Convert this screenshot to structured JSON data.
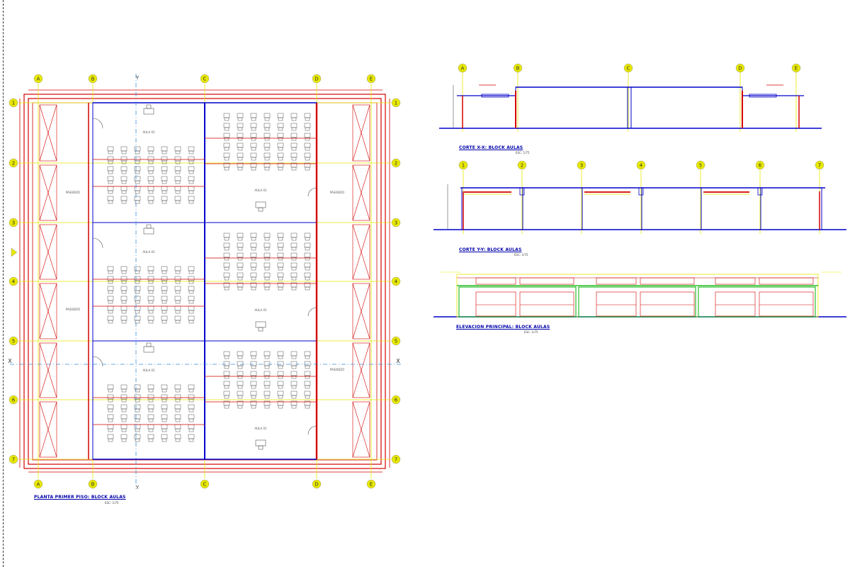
{
  "plan": {
    "title": "PLANTA PRIMER PISO: BLOCK AULAS",
    "scale": "ESC: 1/75",
    "col_axes": [
      "A",
      "B",
      "C",
      "D",
      "E"
    ],
    "row_axes": [
      "1",
      "2",
      "3",
      "4",
      "5",
      "6",
      "7"
    ],
    "cut_x": "X",
    "cut_y": "Y",
    "classroom_label": "AULA 01",
    "corridor_label": "PASADIZO"
  },
  "section_xx": {
    "title": "CORTE X-X: BLOCK AULAS",
    "scale": "ESC: 1/75",
    "axes": [
      "A",
      "B",
      "C",
      "D",
      "E"
    ]
  },
  "section_yy": {
    "title": "CORTE Y-Y: BLOCK AULAS",
    "scale": "ESC: 1/75",
    "axes": [
      "1",
      "2",
      "3",
      "4",
      "5",
      "6",
      "7"
    ]
  },
  "elevation": {
    "title": "ELEVACION PRINCIPAL: BLOCK AULAS",
    "scale": "ESC: 1/75"
  },
  "colors": {
    "wall": "#d40000",
    "axis": "#e8e800",
    "blue": "#0000cc",
    "gray": "#555555",
    "green": "#00b000",
    "cutline": "#3a8fd6"
  }
}
